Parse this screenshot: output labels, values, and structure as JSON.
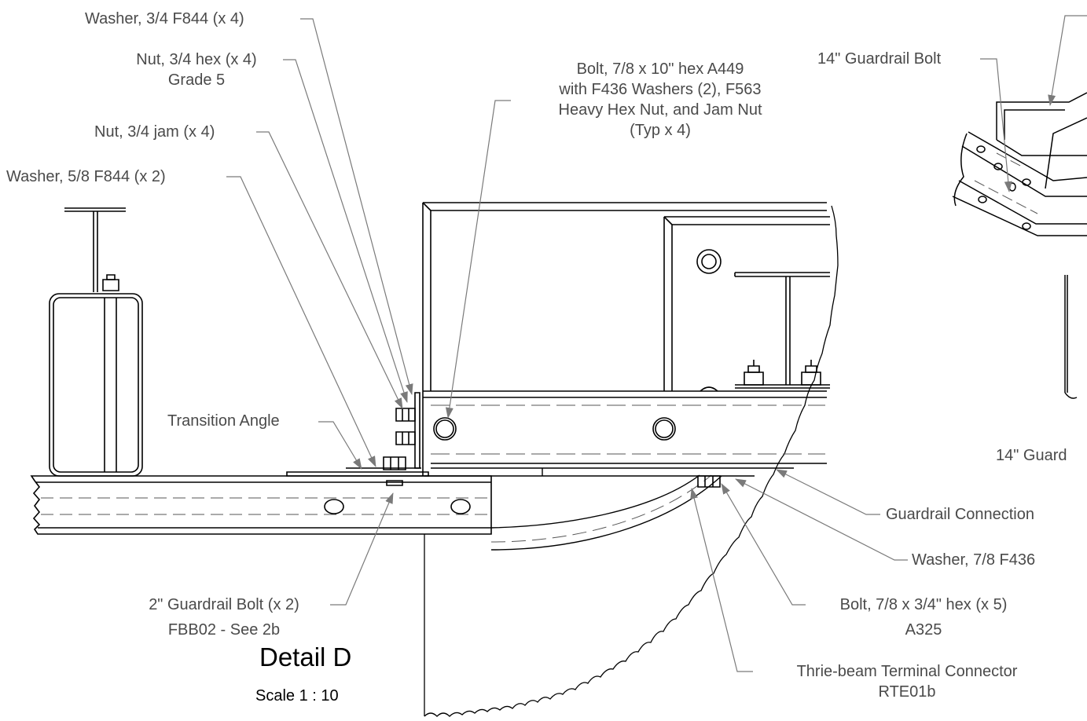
{
  "detail": {
    "title": "Detail D",
    "scale": "Scale  1 : 10"
  },
  "callouts": {
    "washer_34": "Washer, 3/4 F844 (x 4)",
    "nut_34_hex_l1": "Nut, 3/4 hex (x 4)",
    "nut_34_hex_l2": "Grade 5",
    "nut_34_jam": "Nut, 3/4 jam (x 4)",
    "washer_58": "Washer, 5/8 F844 (x 2)",
    "bolt_78_l1": "Bolt, 7/8 x 10\" hex A449",
    "bolt_78_l2": "with F436 Washers (2), F563",
    "bolt_78_l3": "Heavy Hex Nut, and Jam Nut",
    "bolt_78_l4": "(Typ x 4)",
    "guardrail_bolt_14": "14\" Guardrail Bolt",
    "guardrail_bolt_14_lower": "14\" Guard",
    "transition_angle": "Transition Angle",
    "guardrail_connection": "Guardrail Connection",
    "washer_78_f436": "Washer, 7/8 F436",
    "bolt_34_hex_l1": "Bolt, 7/8 x 3/4\" hex (x 5)",
    "bolt_34_hex_l2": "A325",
    "gr_bolt_2_l1": "2\" Guardrail Bolt (x 2)",
    "gr_bolt_2_l2": "FBB02 - See 2b",
    "thrie_l1": "Thrie-beam Terminal Connector",
    "thrie_l2": "RTE01b"
  },
  "colors": {
    "line": "#000000",
    "leader": "#7a7a7a",
    "text": "#4a4a4a"
  }
}
